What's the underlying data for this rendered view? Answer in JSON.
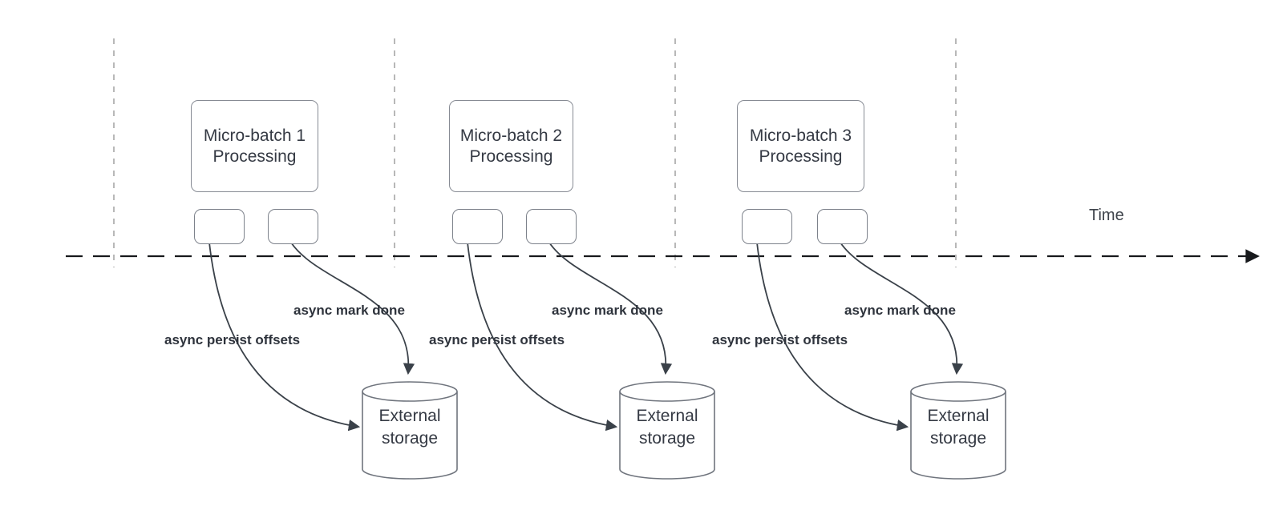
{
  "timeline": {
    "label": "Time"
  },
  "batches": [
    {
      "box_line1": "Micro-batch 1",
      "box_line2": "Processing",
      "persist_label": "async persist offsets",
      "mark_done_label": "async mark done",
      "storage_line1": "External",
      "storage_line2": "storage"
    },
    {
      "box_line1": "Micro-batch 2",
      "box_line2": "Processing",
      "persist_label": "async persist offsets",
      "mark_done_label": "async mark done",
      "storage_line1": "External",
      "storage_line2": "storage"
    },
    {
      "box_line1": "Micro-batch 3",
      "box_line2": "Processing",
      "persist_label": "async persist offsets",
      "mark_done_label": "async mark done",
      "storage_line1": "External",
      "storage_line2": "storage"
    }
  ],
  "colors": {
    "background": "#ffffff",
    "arrow_curve": "#3a4149",
    "timeline_axis": "#17191c",
    "time_gridline": "#a6a6a6",
    "box_border": "#878b94",
    "cylinder_border": "#6f747d",
    "node_text": "#353a44",
    "edge_label_text": "#2e333c"
  }
}
